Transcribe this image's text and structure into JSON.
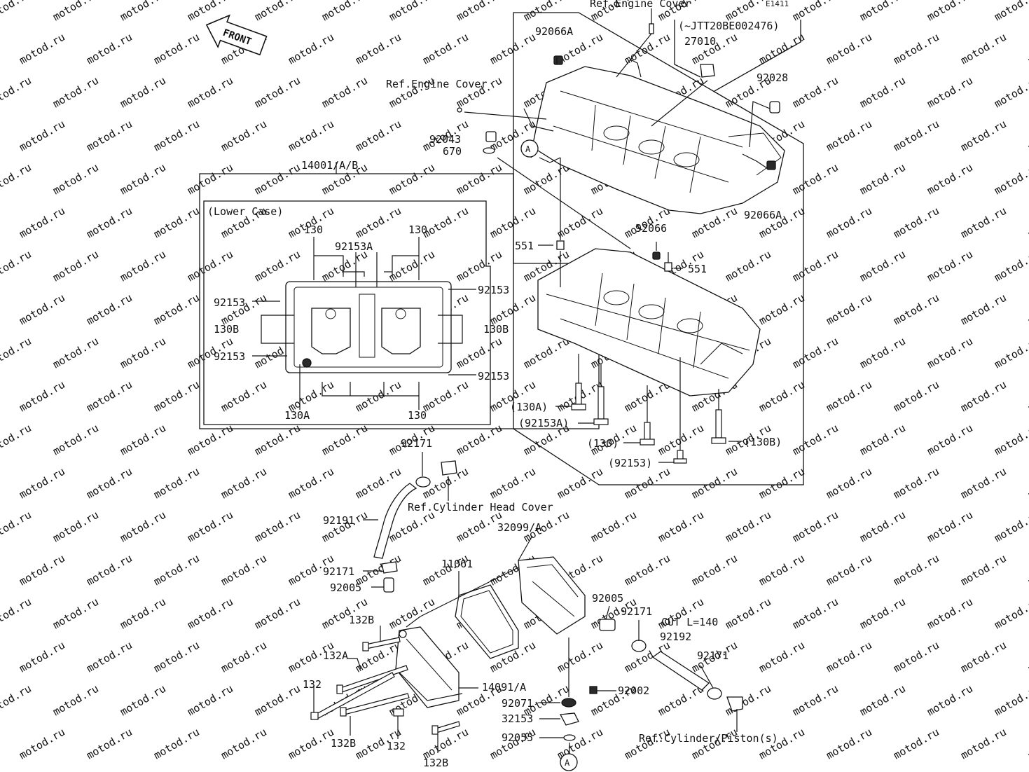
{
  "diagram_code": "E1411",
  "front_arrow": "FRONT",
  "watermark": "motod.ru",
  "labels": {
    "ref_engine_cover_top": "Ref.Engine Cover",
    "ref_engine_cover_mid": "Ref.Engine Cover",
    "serial_note": "(~JTT20BE002476)",
    "p27010": "27010",
    "p92066a_top": "92066A",
    "p92028": "92028",
    "p92043": "92043",
    "p670": "670",
    "callout_a_top": "A",
    "p14001": "14001/A/B",
    "lower_case": "(Lower Case)",
    "p92066a_right": "92066A",
    "p92066": "92066",
    "p551_left": "551",
    "p551_right": "551",
    "p130_tl": "130",
    "p130_tr": "130",
    "p92153a": "92153A",
    "p92153_l1": "92153",
    "p92153_r1": "92153",
    "p130b_l": "130B",
    "p130b_r": "130B",
    "p92153_l2": "92153",
    "p92153_r2": "92153",
    "p130a": "130A",
    "p130_bot": "130",
    "p130a_paren": "(130A)",
    "p92153a_paren": "(92153A)",
    "p130_paren": "(130)",
    "p130b_paren": "(130B)",
    "p92153_paren": "(92153)",
    "p92171_top": "92171",
    "ref_cyl_head_cover": "Ref.Cylinder Head Cover",
    "p92191": "92191",
    "p32099": "32099/A",
    "p92171_mid": "92171",
    "p11061": "11061",
    "p92005_l": "92005",
    "p92005_r": "92005",
    "p92171_r1": "92171",
    "cut_length": "CUT L=140",
    "p92192": "92192",
    "p92171_r2": "92171",
    "p132b_1": "132B",
    "p132a": "132A",
    "p14091": "14091/A",
    "p132_l": "132",
    "p92002": "92002",
    "p92071": "92071",
    "p32153": "32153",
    "p92055": "92055",
    "p132b_2": "132B",
    "p132_b": "132",
    "p132b_3": "132B",
    "callout_a_bot": "A",
    "ref_cyl_piston": "Ref.Cylinder/Piston(s)"
  }
}
